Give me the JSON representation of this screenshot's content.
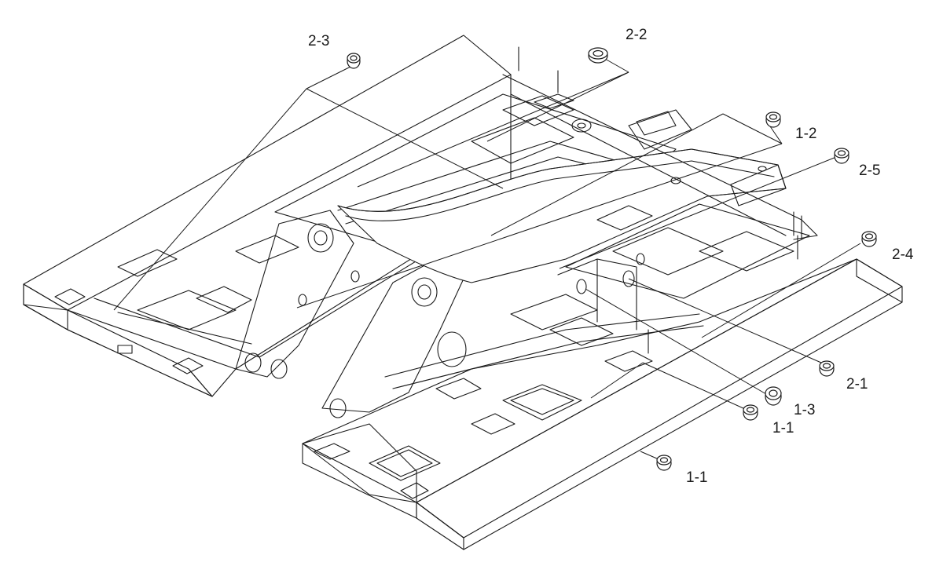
{
  "diagram": {
    "callouts": [
      {
        "id": "c-2-3",
        "label": "2-3"
      },
      {
        "id": "c-2-2",
        "label": "2-2"
      },
      {
        "id": "c-1-2",
        "label": "1-2"
      },
      {
        "id": "c-2-5",
        "label": "2-5"
      },
      {
        "id": "c-2-4",
        "label": "2-4"
      },
      {
        "id": "c-2-1",
        "label": "2-1"
      },
      {
        "id": "c-1-3",
        "label": "1-3"
      },
      {
        "id": "c-1-1a",
        "label": "1-1"
      },
      {
        "id": "c-1-1b",
        "label": "1-1"
      }
    ]
  },
  "colors": {
    "line": "#1a1a1a",
    "background": "#ffffff"
  }
}
